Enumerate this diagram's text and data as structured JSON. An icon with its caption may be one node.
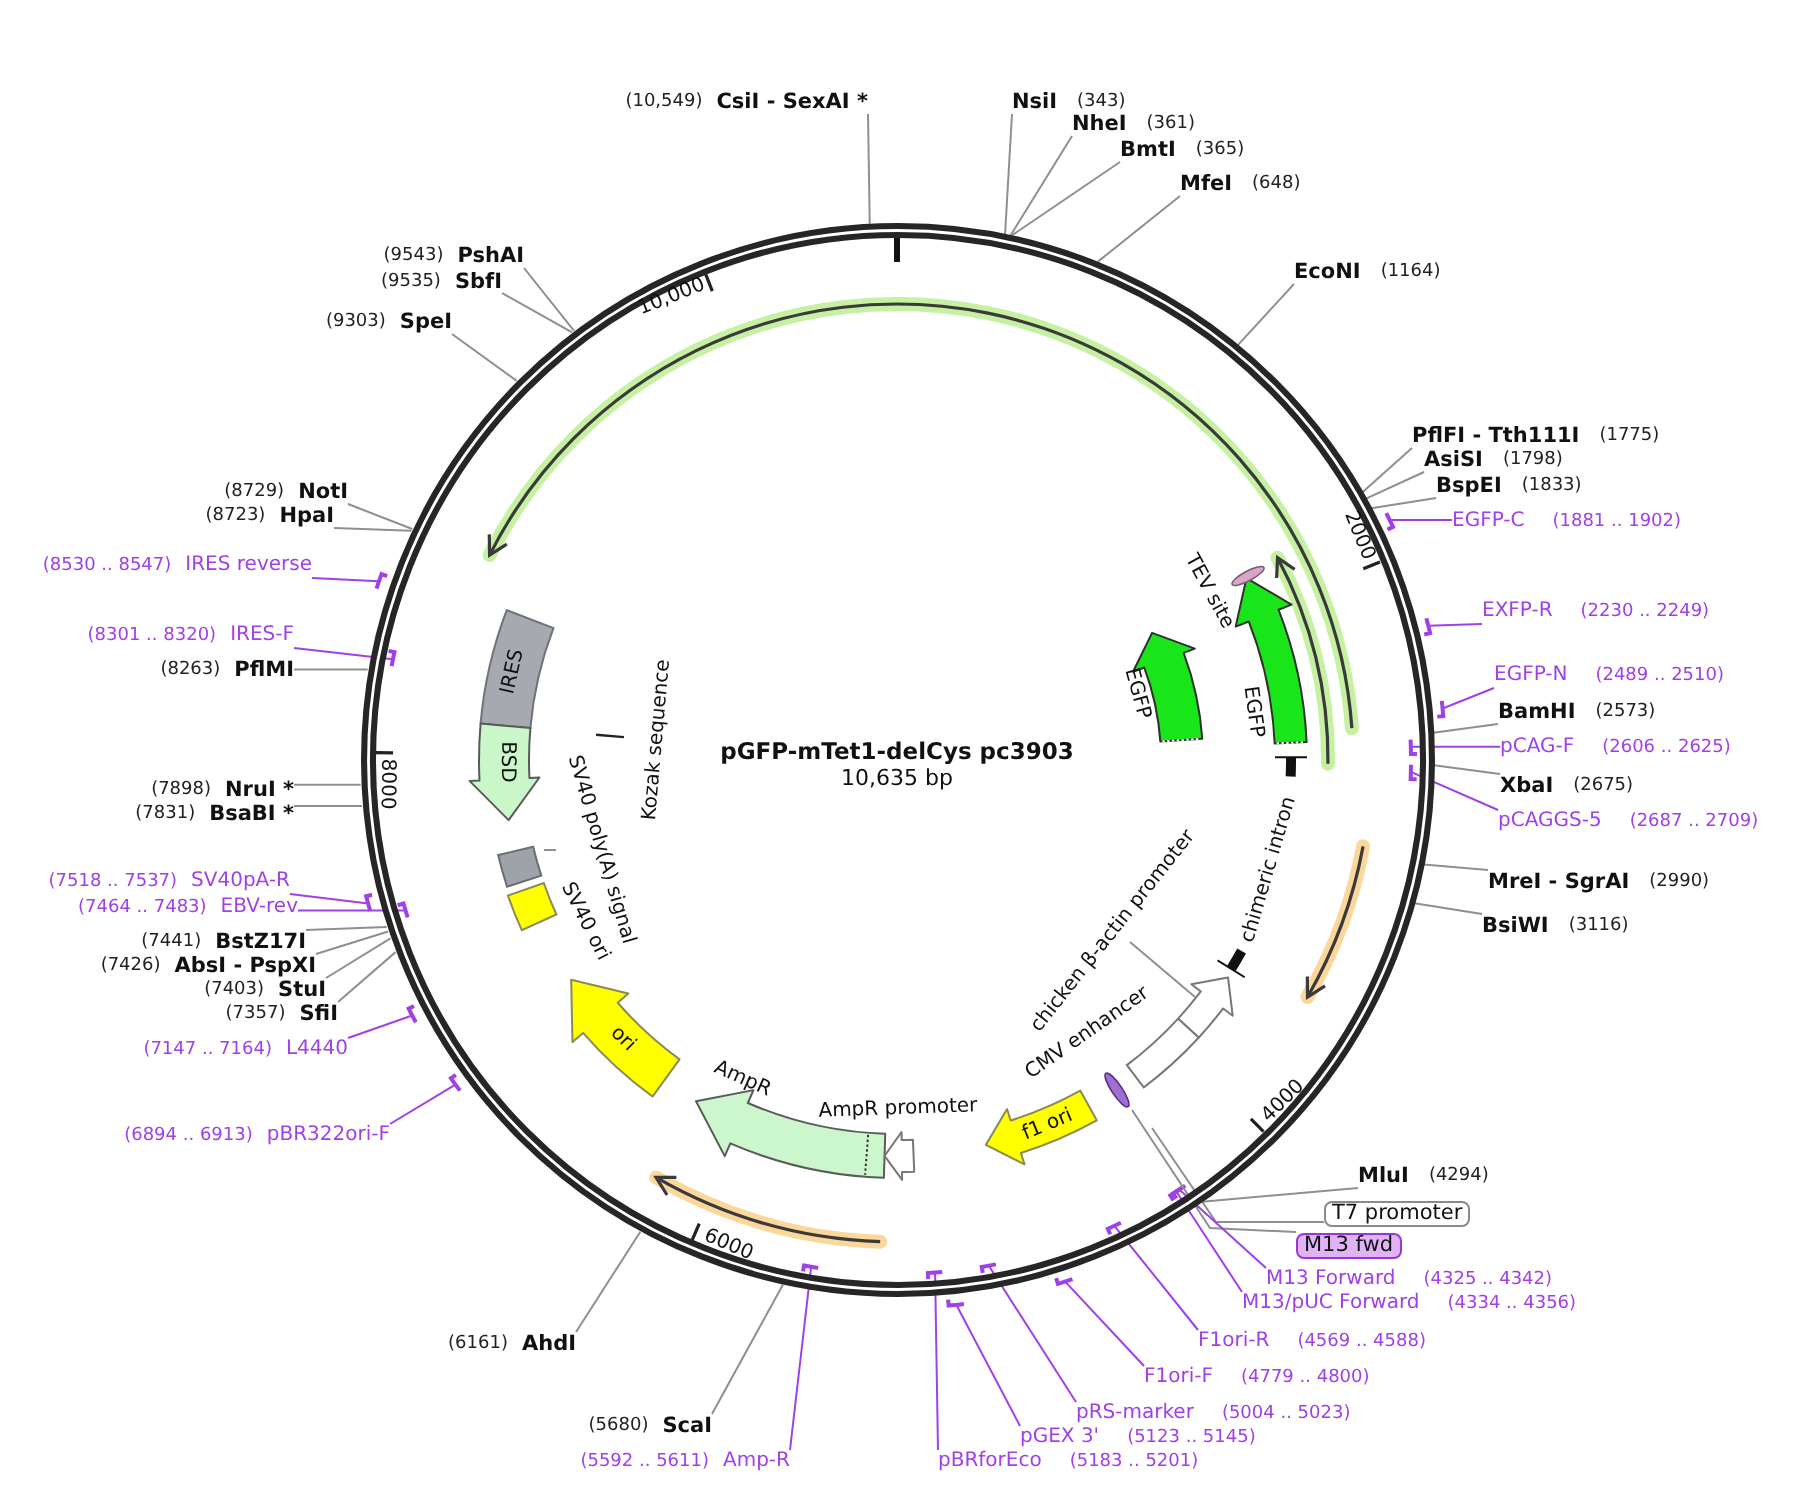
{
  "diagram": {
    "nodes": [
      {
        "text": [
          "pGFP-mTet1-delCys pc3903",
          "10,635 bp"
        ]
      },
      {
        "text": [
          "(10,549)",
          "CsiI - SexAI *"
        ]
      },
      {
        "text": [
          "NsiI",
          "(343)"
        ]
      },
      {
        "text": [
          "NheI",
          "(361)"
        ]
      },
      {
        "text": [
          "BmtI",
          "(365)"
        ]
      },
      {
        "text": [
          "MfeI",
          "(648)"
        ]
      },
      {
        "text": [
          "EcoNI",
          "(1164)"
        ]
      },
      {
        "text": [
          "PflFI - Tth111I",
          "(1775)"
        ]
      },
      {
        "text": [
          "AsiSI",
          "(1798)"
        ]
      },
      {
        "text": [
          "BspEI",
          "(1833)"
        ]
      },
      {
        "text": [
          "EGFP-C",
          "(1881 .. 1902)"
        ]
      },
      {
        "text": [
          "EXFP-R",
          "(2230 .. 2249)"
        ]
      },
      {
        "text": [
          "EGFP-N",
          "(2489 .. 2510)"
        ]
      },
      {
        "text": [
          "BamHI",
          "(2573)"
        ]
      },
      {
        "text": [
          "pCAG-F",
          "(2606 .. 2625)"
        ]
      },
      {
        "text": [
          "XbaI",
          "(2675)"
        ]
      },
      {
        "text": [
          "pCAGGS-5",
          "(2687 .. 2709)"
        ]
      },
      {
        "text": [
          "MreI - SgrAI",
          "(2990)"
        ]
      },
      {
        "text": [
          "BsiWI",
          "(3116)"
        ]
      },
      {
        "text": [
          "MluI",
          "(4294)"
        ]
      },
      {
        "text": [
          "T7 promoter"
        ]
      },
      {
        "text": [
          "M13 fwd"
        ]
      },
      {
        "text": [
          "M13 Forward",
          "(4325 .. 4342)"
        ]
      },
      {
        "text": [
          "M13/pUC Forward",
          "(4334 .. 4356)"
        ]
      },
      {
        "text": [
          "F1ori-R",
          "(4569 .. 4588)"
        ]
      },
      {
        "text": [
          "F1ori-F",
          "(4779 .. 4800)"
        ]
      },
      {
        "text": [
          "pRS-marker",
          "(5004 .. 5023)"
        ]
      },
      {
        "text": [
          "pGEX 3'",
          "(5123 .. 5145)"
        ]
      },
      {
        "text": [
          "pBRforEco",
          "(5183 .. 5201)"
        ]
      },
      {
        "text": [
          "(5592 .. 5611)",
          "Amp-R"
        ]
      },
      {
        "text": [
          "(5680)",
          "ScaI"
        ]
      },
      {
        "text": [
          "(6161)",
          "AhdI"
        ]
      },
      {
        "text": [
          "(6894 .. 6913)",
          "pBR322ori-F"
        ]
      },
      {
        "text": [
          "(7147 .. 7164)",
          "L4440"
        ]
      },
      {
        "text": [
          "(7357)",
          "SfiI"
        ]
      },
      {
        "text": [
          "(7403)",
          "StuI"
        ]
      },
      {
        "text": [
          "(7426)",
          "AbsI - PspXI"
        ]
      },
      {
        "text": [
          "(7441)",
          "BstZ17I"
        ]
      },
      {
        "text": [
          "(7464 .. 7483)",
          "EBV-rev"
        ]
      },
      {
        "text": [
          "(7518 .. 7537)",
          "SV40pA-R"
        ]
      },
      {
        "text": [
          "(7831)",
          "BsaBI *"
        ]
      },
      {
        "text": [
          "(7898)",
          "NruI *"
        ]
      },
      {
        "text": [
          "(8263)",
          "PflMI"
        ]
      },
      {
        "text": [
          "(8301 .. 8320)",
          "IRES-F"
        ]
      },
      {
        "text": [
          "(8530 .. 8547)",
          "IRES reverse"
        ]
      },
      {
        "text": [
          "(8723)",
          "HpaI"
        ]
      },
      {
        "text": [
          "(8729)",
          "NotI"
        ]
      },
      {
        "text": [
          "(9303)",
          "SpeI"
        ]
      },
      {
        "text": [
          "(9535)",
          "SbfI"
        ]
      },
      {
        "text": [
          "(9543)",
          "PshAI"
        ]
      },
      {
        "text": [
          "IRES"
        ],
        "in": 0
      },
      {
        "text": [
          "BSD"
        ],
        "in": 0
      },
      {
        "text": [
          "Kozak sequence"
        ],
        "in": 0
      },
      {
        "text": [
          "SV40 poly(A) signal"
        ],
        "in": 0
      },
      {
        "text": [],
        "shape": "box",
        "in": 0
      },
      {
        "text": [
          "SV40 ori"
        ],
        "in": 0
      },
      {
        "text": [
          "ori"
        ],
        "in": 0
      },
      {
        "text": [
          "AmpR"
        ],
        "in": 0
      },
      {
        "text": [
          "AmpR promoter"
        ],
        "in": 0
      },
      {
        "text": [
          "f1 ori"
        ],
        "in": 0
      },
      {
        "text": [],
        "shape": "ellipse",
        "in": 0
      },
      {
        "text": [
          "CMV enhancer"
        ],
        "in": 0
      },
      {
        "text": [],
        "shape": "arrow",
        "in": 0
      },
      {
        "text": [
          "chicken β-actin promoter"
        ],
        "in": 0
      },
      {
        "text": [
          "chimeric intron"
        ],
        "in": 0
      },
      {
        "text": [
          "EGFP"
        ],
        "in": 0
      },
      {
        "text": [
          "EGFP"
        ],
        "in": 0
      },
      {
        "text": [
          "TEV site"
        ],
        "in": 0
      }
    ],
    "edges": [
      {
        "from": 1,
        "to": 0,
        "arrow": "none"
      },
      {
        "from": 2,
        "to": 0,
        "arrow": "none"
      },
      {
        "from": 3,
        "to": 0,
        "arrow": "none"
      },
      {
        "from": 4,
        "to": 0,
        "arrow": "none"
      },
      {
        "from": 5,
        "to": 0,
        "arrow": "none"
      },
      {
        "from": 6,
        "to": 0,
        "arrow": "none"
      },
      {
        "from": 7,
        "to": 0,
        "arrow": "none"
      },
      {
        "from": 8,
        "to": 0,
        "arrow": "none"
      },
      {
        "from": 9,
        "to": 0,
        "arrow": "none"
      },
      {
        "from": 10,
        "to": 0,
        "arrow": "none",
        "color": "#a040e8"
      },
      {
        "from": 11,
        "to": 0,
        "arrow": "none",
        "color": "#a040e8"
      },
      {
        "from": 12,
        "to": 0,
        "arrow": "none",
        "color": "#a040e8"
      },
      {
        "from": 13,
        "to": 0,
        "arrow": "none"
      },
      {
        "from": 14,
        "to": 0,
        "arrow": "none",
        "color": "#a040e8"
      },
      {
        "from": 15,
        "to": 0,
        "arrow": "none"
      },
      {
        "from": 16,
        "to": 0,
        "arrow": "none",
        "color": "#a040e8"
      },
      {
        "from": 17,
        "to": 0,
        "arrow": "none"
      },
      {
        "from": 18,
        "to": 0,
        "arrow": "none"
      },
      {
        "from": 19,
        "to": 0,
        "arrow": "none"
      },
      {
        "from": 20,
        "to": null,
        "arrow": "none"
      },
      {
        "from": 21,
        "to": 60,
        "arrow": "none"
      },
      {
        "from": 22,
        "to": 0,
        "arrow": "none",
        "color": "#a040e8"
      },
      {
        "from": 23,
        "to": 0,
        "arrow": "none",
        "color": "#a040e8"
      },
      {
        "from": 24,
        "to": 0,
        "arrow": "none",
        "color": "#a040e8"
      },
      {
        "from": 25,
        "to": 0,
        "arrow": "none",
        "color": "#a040e8"
      },
      {
        "from": 26,
        "to": 0,
        "arrow": "none",
        "color": "#a040e8"
      },
      {
        "from": 27,
        "to": 0,
        "arrow": "none",
        "color": "#a040e8"
      },
      {
        "from": 28,
        "to": 0,
        "arrow": "none",
        "color": "#a040e8"
      },
      {
        "from": 29,
        "to": 0,
        "arrow": "none",
        "color": "#a040e8"
      },
      {
        "from": 30,
        "to": 0,
        "arrow": "none"
      },
      {
        "from": 31,
        "to": 0,
        "arrow": "none"
      },
      {
        "from": 32,
        "to": 0,
        "arrow": "none",
        "color": "#a040e8"
      },
      {
        "from": 33,
        "to": 0,
        "arrow": "none",
        "color": "#a040e8"
      },
      {
        "from": 34,
        "to": 0,
        "arrow": "none"
      },
      {
        "from": 35,
        "to": 0,
        "arrow": "none"
      },
      {
        "from": 36,
        "to": 0,
        "arrow": "none"
      },
      {
        "from": 37,
        "to": 0,
        "arrow": "none"
      },
      {
        "from": 38,
        "to": 0,
        "arrow": "none",
        "color": "#a040e8"
      },
      {
        "from": 39,
        "to": 0,
        "arrow": "none",
        "color": "#a040e8"
      },
      {
        "from": 40,
        "to": 0,
        "arrow": "none"
      },
      {
        "from": 41,
        "to": 0,
        "arrow": "none"
      },
      {
        "from": 42,
        "to": 0,
        "arrow": "none"
      },
      {
        "from": 43,
        "to": 0,
        "arrow": "none",
        "color": "#a040e8"
      },
      {
        "from": 44,
        "to": 0,
        "arrow": "none",
        "color": "#a040e8"
      },
      {
        "from": 45,
        "to": 0,
        "arrow": "none"
      },
      {
        "from": 46,
        "to": 0,
        "arrow": "none"
      },
      {
        "from": 47,
        "to": 0,
        "arrow": "none"
      },
      {
        "from": 48,
        "to": 0,
        "arrow": "none"
      },
      {
        "from": 49,
        "to": 0,
        "arrow": "none"
      },
      {
        "from": 53,
        "to": 54,
        "arrow": "none"
      },
      {
        "from": 63,
        "to": 62,
        "arrow": "none"
      }
    ],
    "labels": [
      "2000",
      "4000",
      "6000",
      "8000",
      "10,000"
    ]
  }
}
